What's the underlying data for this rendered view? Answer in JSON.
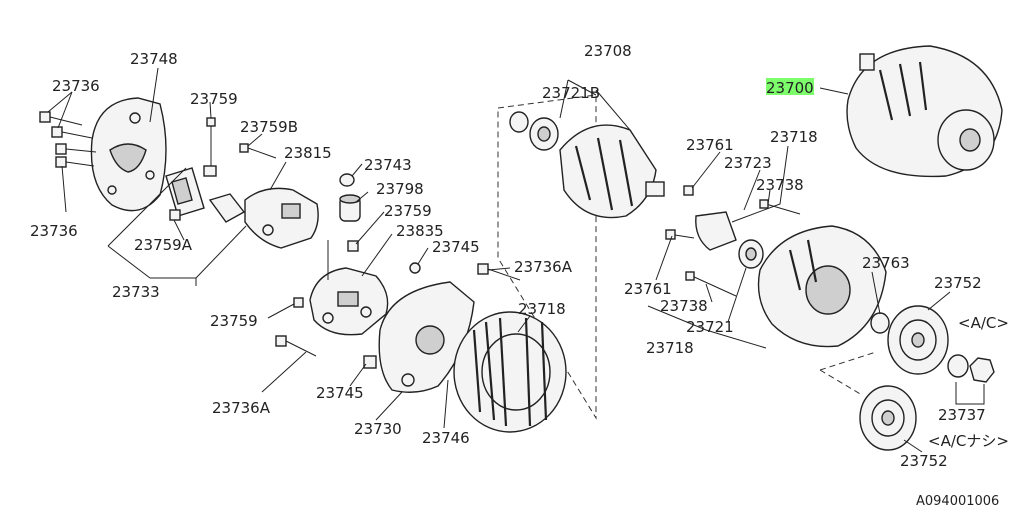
{
  "labels": {
    "p23748": "23748",
    "p23736_top": "23736",
    "p23736_bottom": "23736",
    "p23759_a": "23759",
    "p23759B": "23759B",
    "p23815": "23815",
    "p23743": "23743",
    "p23798": "23798",
    "p23759_b": "23759",
    "p23835": "23835",
    "p23745_a": "23745",
    "p23759A": "23759A",
    "p23733": "23733",
    "p23736A_a": "23736A",
    "p23759_c": "23759",
    "p23736A_b": "23736A",
    "p23745_b": "23745",
    "p23730": "23730",
    "p23746": "23746",
    "p23718_a": "23718",
    "p23708": "23708",
    "p23721B": "23721B",
    "p23700": "23700",
    "p23761_a": "23761",
    "p23718_b": "23718",
    "p23723": "23723",
    "p23738_a": "23738",
    "p23761_b": "23761",
    "p23738_b": "23738",
    "p23721": "23721",
    "p23718_c": "23718",
    "p23763": "23763",
    "p23752_a": "23752",
    "ac_note": "<A/C>",
    "p23737": "23737",
    "no_ac_note": "<A/Cナシ>",
    "p23752_b": "23752",
    "figure_code": "A094001006"
  },
  "colors": {
    "highlight": "#7CFF6B",
    "line": "#222222"
  }
}
